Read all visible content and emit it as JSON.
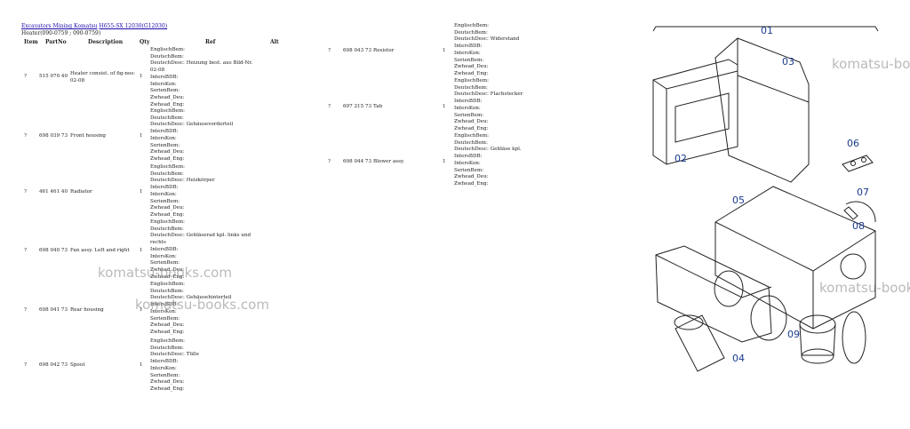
{
  "breadcrumb": {
    "link1": "Excavators Mining Komatsu",
    "link2": "H655-SX 12030(G12030)"
  },
  "subtitle": "Heater(090-0759 ; 090-0759)",
  "headers": {
    "item": "Item",
    "partno": "PartNo",
    "description": "Description",
    "qty": "Qty",
    "ref": "Ref",
    "alt": "Alt"
  },
  "parts": [
    {
      "item": "?",
      "partno": "515 070 40",
      "description": "Heater consist. of fig-nos:",
      "description2": "02-08",
      "qty": "1",
      "ref": "EnglischBem:\nDeutschBem:\nDeutschDesc: Heizung best. aus Bild-Nr.\n02-08\nIntersBDB:\nIntersKon:\nSerienBem:\nZwhead_Deu:\nZwhead_Eng:"
    },
    {
      "item": "?",
      "partno": "698 039 73",
      "description": "Front housing",
      "description2": "",
      "qty": "1",
      "ref": "EnglischBem:\nDeutschBem:\nDeutschDesc: Gehäusevorderteil\nIntersBDB:\nIntersKon:\nSerienBem:\nZwhead_Deu:\nZwhead_Eng:"
    },
    {
      "item": "?",
      "partno": "461 461 40",
      "description": "Radiator",
      "description2": "",
      "qty": "1",
      "ref": "EnglischBem:\nDeutschBem:\nDeutschDesc: Heizkörper\nIntersBDB:\nIntersKon:\nSerienBem:\nZwhead_Deu:\nZwhead_Eng:"
    },
    {
      "item": "?",
      "partno": "698 040 73",
      "description": "Fan assy. Left and right",
      "description2": "",
      "qty": "1",
      "ref": "EnglischBem:\nDeutschBem:\nDeutschDesc: Gebläserad kpl. links und\nrechts\nIntersBDB:\nIntersKon:\nSerienBem:\nZwhead_Deu:\nZwhead_Eng:"
    },
    {
      "item": "?",
      "partno": "698 041 73",
      "description": "Rear housing",
      "description2": "",
      "qty": "1",
      "ref": "EnglischBem:\nDeutschBem:\nDeutschDesc: Gehäusehinterteil\nIntersBDB:\nIntersKon:\nSerienBem:\nZwhead_Deu:\nZwhead_Eng:"
    },
    {
      "item": "?",
      "partno": "698 042 73",
      "description": "Spout",
      "description2": "",
      "qty": "1",
      "ref": "EnglischBem:\nDeutschBem:\nDeutschDesc: Tülle\nIntersBDB:\nIntersKon:\nSerienBem:\nZwhead_Deu:\nZwhead_Eng:"
    },
    {
      "item": "?",
      "partno": "698 043 73",
      "description": "Resistor",
      "description2": "",
      "qty": "1",
      "ref": "EnglischBem:\nDeutschBem:\nDeutschDesc: Widerstand\nIntersBDB:\nIntersKon:\nSerienBem:\nZwhead_Deu:\nZwhead_Eng:"
    },
    {
      "item": "?",
      "partno": "697 215 73",
      "description": "Tab",
      "description2": "",
      "qty": "1",
      "ref": "EnglischBem:\nDeutschBem:\nDeutschDesc: Flachstecker\nIntersBDB:\nIntersKon:\nSerienBem:\nZwhead_Deu:\nZwhead_Eng:"
    },
    {
      "item": "?",
      "partno": "698 044 73",
      "description": "Blower assy.",
      "description2": "",
      "qty": "1",
      "ref": "EnglischBem:\nDeutschBem:\nDeutschDesc: Gebläse kpl.\nIntersBDB:\nIntersKon:\nSerienBem:\nZwhead_Deu:\nZwhead_Eng:"
    }
  ],
  "watermark": "komatsu-books.com",
  "diagram": {
    "callouts": [
      "01",
      "02",
      "03",
      "04",
      "05",
      "06",
      "07",
      "08",
      "09"
    ]
  },
  "colors": {
    "link": "#1a0dab",
    "callout": "#1a3a8c"
  }
}
